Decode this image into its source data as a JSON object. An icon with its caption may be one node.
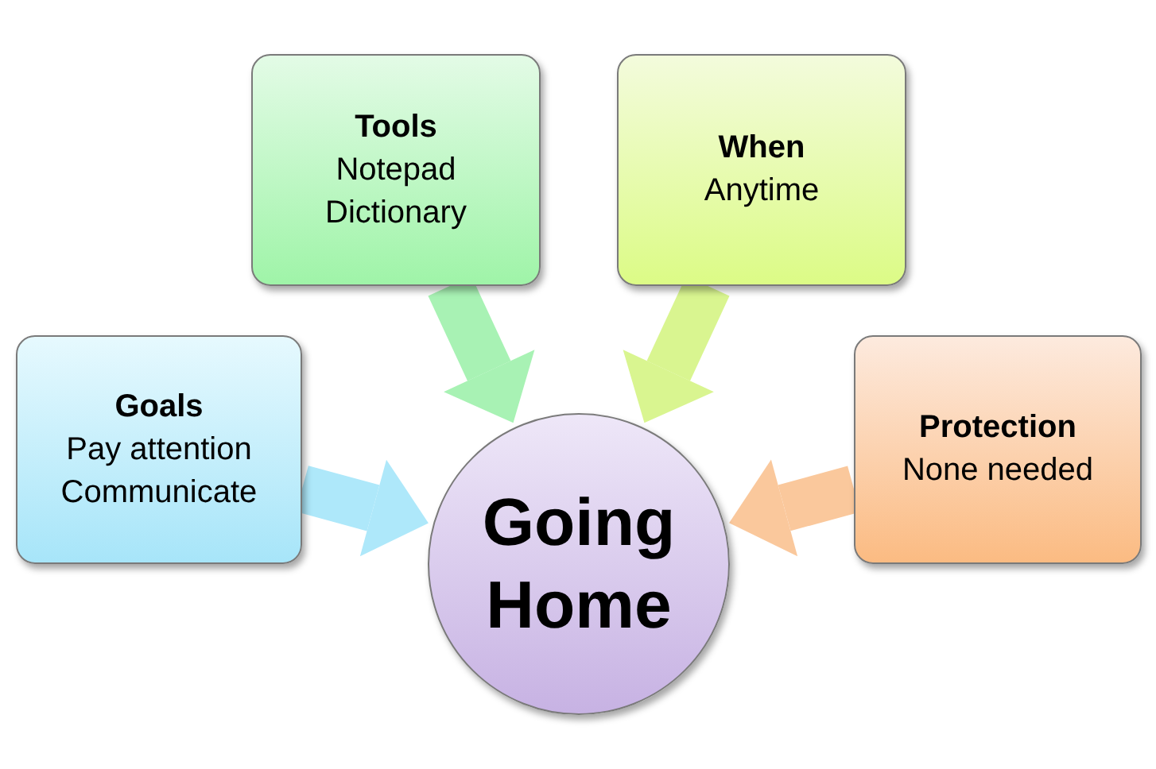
{
  "diagram": {
    "nodes": [
      {
        "text": [
          "Goals",
          "Pay attention",
          "Communicate"
        ]
      },
      {
        "text": [
          "Tools",
          "Notepad",
          "Dictionary"
        ]
      },
      {
        "text": [
          "When",
          "Anytime"
        ]
      },
      {
        "text": [
          "Protection",
          "None needed"
        ]
      },
      {
        "text": [
          "Going Home"
        ]
      }
    ],
    "edges": [
      {
        "from": 0,
        "to": 4,
        "arrow": "to",
        "color": "#aee8fa"
      },
      {
        "from": 1,
        "to": 4,
        "arrow": "to",
        "color": "#a8f2b4"
      },
      {
        "from": 2,
        "to": 4,
        "arrow": "to",
        "color": "#d9f590"
      },
      {
        "from": 3,
        "to": 4,
        "arrow": "to",
        "color": "#fac89c"
      }
    ]
  }
}
